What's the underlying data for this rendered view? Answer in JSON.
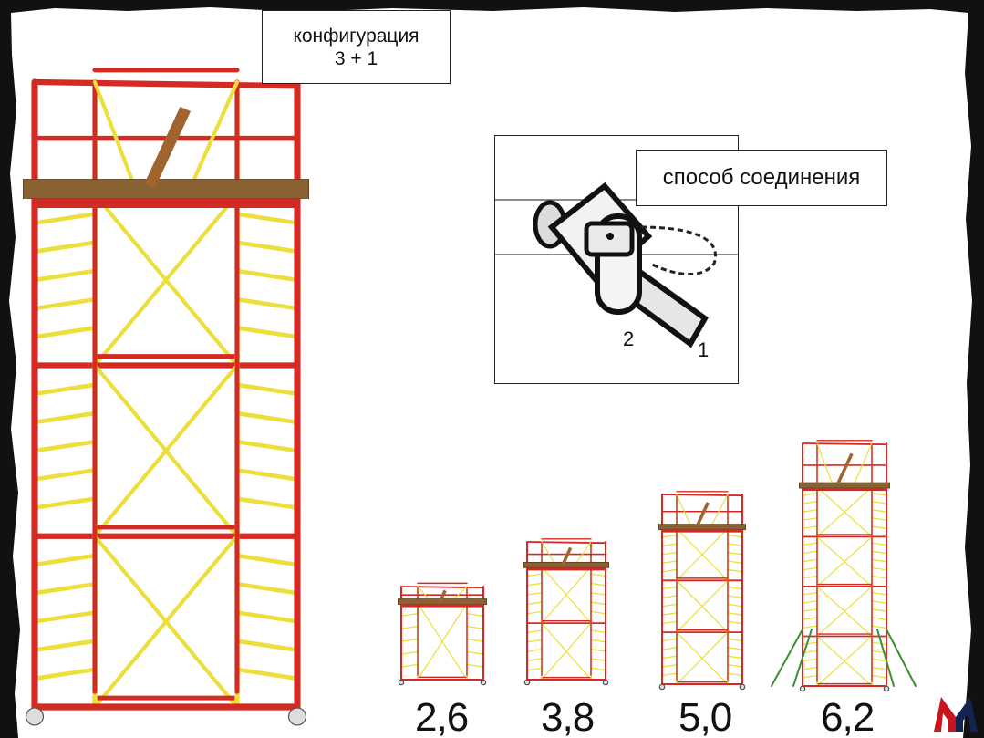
{
  "config_box": {
    "line1": "конфигурация",
    "line2": "3 + 1"
  },
  "joint": {
    "title": "способ соединения",
    "callout_2": "2",
    "callout_1": "1"
  },
  "heights": [
    "2,6",
    "3,8",
    "5,0",
    "6,2"
  ],
  "colors": {
    "frame_red": "#d42a24",
    "frame_yellow": "#ecdf3c",
    "deck_brown": "#8a6133",
    "outrigger_green": "#3a8f2e",
    "logo_red": "#c8141d",
    "logo_navy": "#142450"
  },
  "logo": {
    "name": "m-logo-icon"
  }
}
